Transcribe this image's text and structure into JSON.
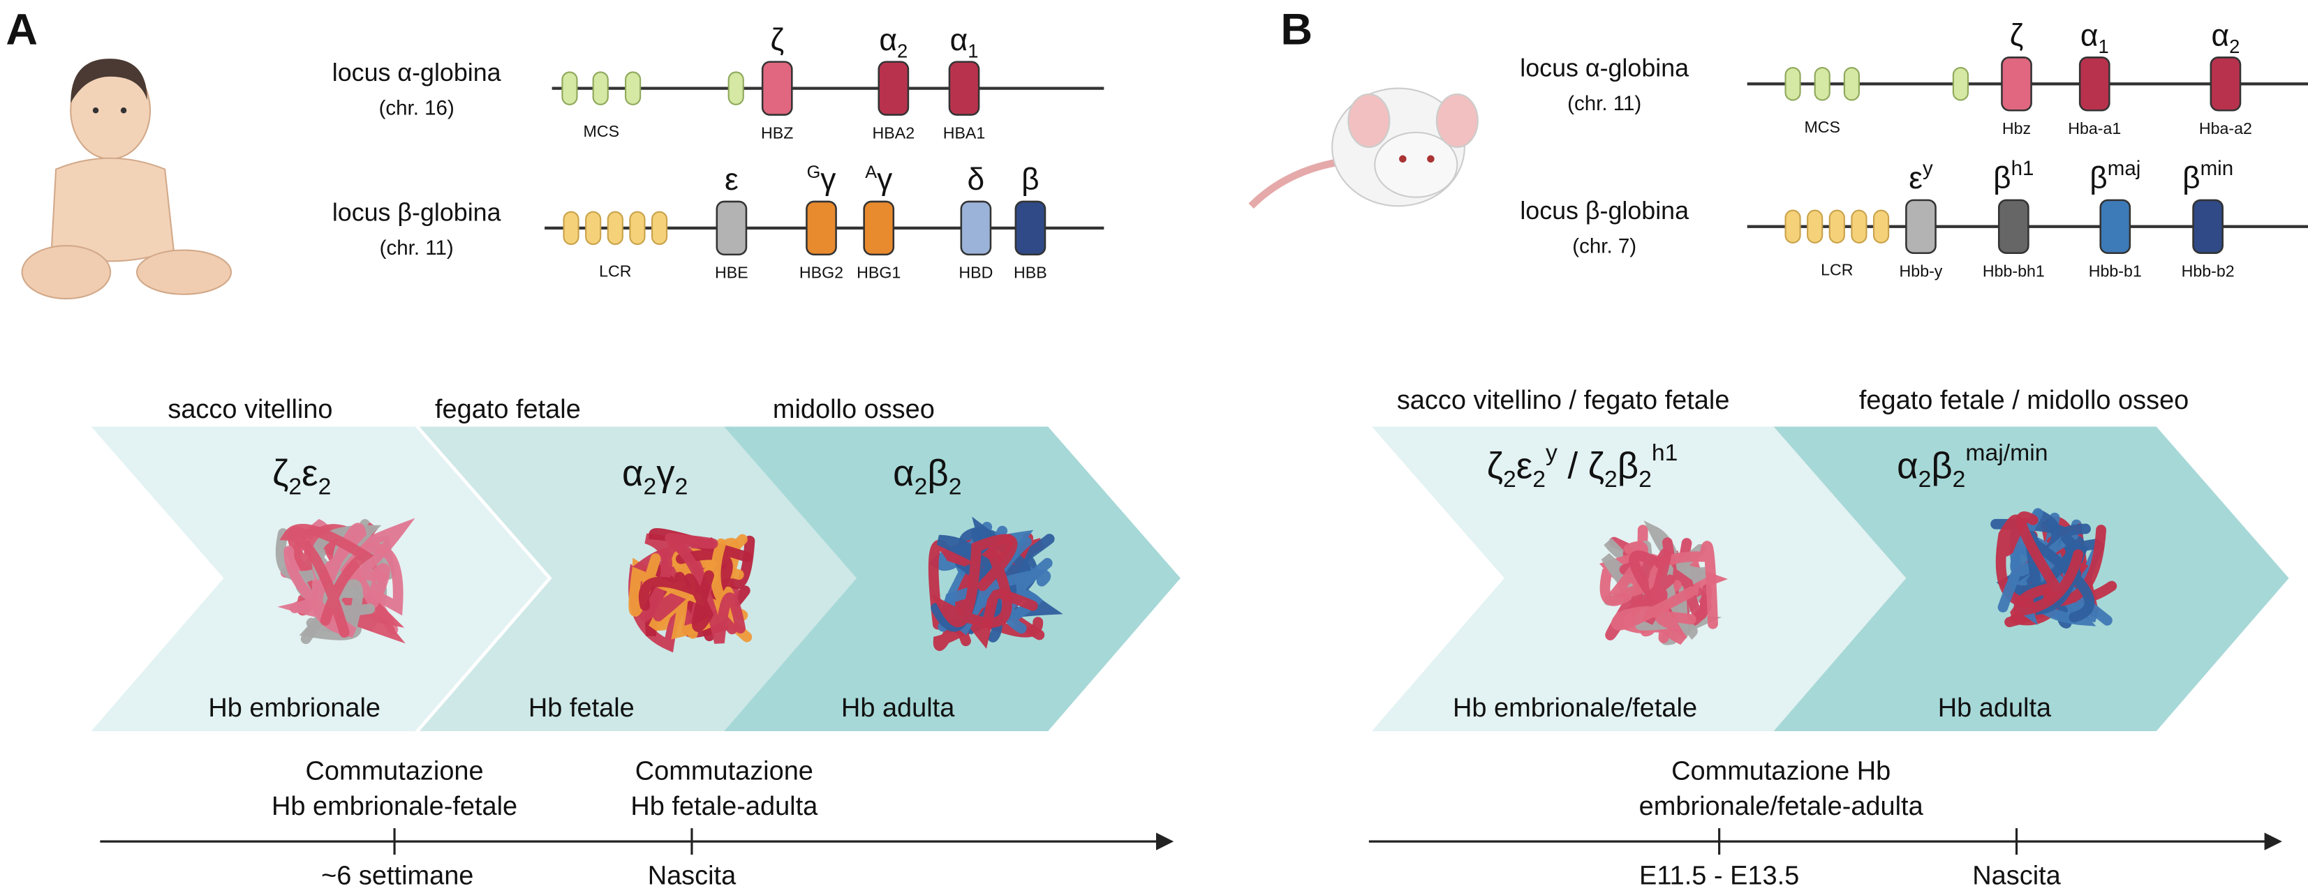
{
  "panel_a": {
    "letter": "A",
    "alpha_locus": {
      "label": "locus α-globina",
      "chr": "(chr. 16)",
      "enhancer": "MCS",
      "genes": [
        {
          "name": "HBZ",
          "greek": "ζ",
          "sub": "",
          "sup": "",
          "color": "#e0677f"
        },
        {
          "name": "HBA2",
          "greek": "α",
          "sub": "2",
          "sup": "",
          "color": "#b8324e"
        },
        {
          "name": "HBA1",
          "greek": "α",
          "sub": "1",
          "sup": "",
          "color": "#b8324e"
        }
      ]
    },
    "beta_locus": {
      "label": "locus β-globina",
      "chr": "(chr. 11)",
      "enhancer": "LCR",
      "genes": [
        {
          "name": "HBE",
          "greek": "ε",
          "sub": "",
          "pre": "",
          "color": "#b3b3b3"
        },
        {
          "name": "HBG2",
          "greek": "γ",
          "sub": "",
          "pre": "G",
          "color": "#e88a2e"
        },
        {
          "name": "HBG1",
          "greek": "γ",
          "sub": "",
          "pre": "A",
          "color": "#e88a2e"
        },
        {
          "name": "HBD",
          "greek": "δ",
          "sub": "",
          "pre": "",
          "color": "#9bb3d9"
        },
        {
          "name": "HBB",
          "greek": "β",
          "sub": "",
          "pre": "",
          "color": "#2f4a86"
        }
      ]
    },
    "stages": [
      {
        "site": "sacco vitellino",
        "hb": "Hb embrionale",
        "f": [
          "ζ",
          "2",
          "ε",
          "2"
        ],
        "color": "#e3f2f2"
      },
      {
        "site": "fegato fetale",
        "hb": "Hb fetale",
        "f": [
          "α",
          "2",
          "γ",
          "2"
        ],
        "color": "#cde8e7"
      },
      {
        "site": "midollo osseo",
        "hb": "Hb adulta",
        "f": [
          "α",
          "2",
          "β",
          "2"
        ],
        "color": "#a6d8d7"
      }
    ],
    "timeline": {
      "switches": [
        {
          "line1": "Commutazione",
          "line2": "Hb embrionale-fetale"
        },
        {
          "line1": "Commutazione",
          "line2": "Hb fetale-adulta"
        }
      ],
      "ticks": [
        "~6 settimane",
        "Nascita"
      ]
    }
  },
  "panel_b": {
    "letter": "B",
    "alpha_locus": {
      "label": "locus α-globina",
      "chr": "(chr. 11)",
      "enhancer": "MCS",
      "genes": [
        {
          "name": "Hbz",
          "greek": "ζ",
          "sub": "",
          "color": "#e0677f"
        },
        {
          "name": "Hba-a1",
          "greek": "α",
          "sub": "1",
          "color": "#b8324e"
        },
        {
          "name": "Hba-a2",
          "greek": "α",
          "sub": "2",
          "color": "#b8324e"
        }
      ]
    },
    "beta_locus": {
      "label": "locus β-globina",
      "chr": "(chr. 7)",
      "enhancer": "LCR",
      "genes": [
        {
          "name": "Hbb-y",
          "greek": "ε",
          "sup": "y",
          "color": "#b3b3b3"
        },
        {
          "name": "Hbb-bh1",
          "greek": "β",
          "sup": "h1",
          "color": "#666666"
        },
        {
          "name": "Hbb-b1",
          "greek": "β",
          "sup": "maj",
          "color": "#3d7ab8"
        },
        {
          "name": "Hbb-b2",
          "greek": "β",
          "sup": "min",
          "color": "#2f4a86"
        }
      ]
    },
    "stages": [
      {
        "site": "sacco vitellino / fegato fetale",
        "hb": "Hb embrionale/fetale",
        "f": [
          "ζ",
          "2",
          "ε",
          "2",
          "y",
          " / ζ",
          "2",
          "β",
          "2",
          "h1"
        ],
        "color": "#e3f2f2"
      },
      {
        "site": "fegato fetale / midollo osseo",
        "hb": "Hb adulta",
        "f": [
          "α",
          "2",
          "β",
          "2",
          "maj/min"
        ],
        "color": "#a6d8d7"
      }
    ],
    "timeline": {
      "switch": {
        "line1": "Commutazione Hb",
        "line2": "embrionale/fetale-adulta"
      },
      "ticks": [
        "E11.5 - E13.5",
        "Nascita"
      ]
    }
  }
}
